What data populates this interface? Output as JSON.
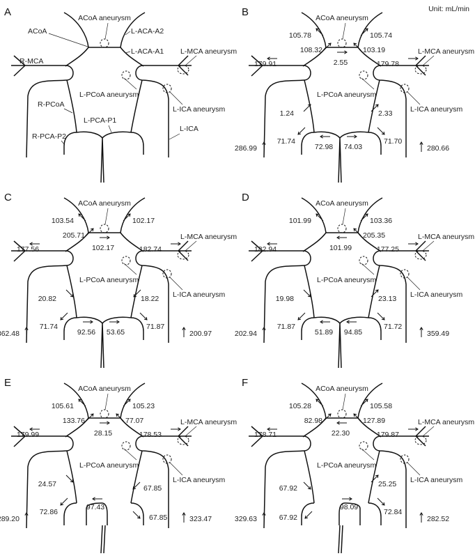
{
  "unit_label": "Unit: mL/min",
  "anatomy_labels": {
    "acoa": "ACoA",
    "l_aca_a2": "L-ACA-A2",
    "l_aca_a1": "L-ACA-A1",
    "r_mca": "R-MCA",
    "r_pcoa": "R-PCoA",
    "l_pca_p1": "L-PCA-P1",
    "r_pca_p2": "R-PCA-P2",
    "l_ica": "L-ICA"
  },
  "aneurysm_labels": {
    "acoa": "ACoA aneurysm",
    "lmca": "L-MCA aneurysm",
    "lpcoa": "L-PCoA aneurysm",
    "lica": "L-ICA aneurysm"
  },
  "panels": [
    {
      "letter": "A",
      "variant": "full",
      "flows": []
    },
    {
      "letter": "B",
      "variant": "full",
      "flows": [
        {
          "id": "raca",
          "value": "105.78",
          "arrow": "ul"
        },
        {
          "id": "laca",
          "value": "105.74",
          "arrow": "ur"
        },
        {
          "id": "raca1",
          "value": "108.32",
          "arrow": "ur"
        },
        {
          "id": "laca1",
          "value": "103.19",
          "arrow": "ul"
        },
        {
          "id": "acoa",
          "value": "2.55",
          "arrow": "r"
        },
        {
          "id": "rmca",
          "value": "179.91",
          "arrow": "l"
        },
        {
          "id": "lmca",
          "value": "179.78",
          "arrow": "r"
        },
        {
          "id": "rpcoa",
          "value": "1.24",
          "arrow": "ur"
        },
        {
          "id": "lpcoa",
          "value": "2.33",
          "arrow": "ur"
        },
        {
          "id": "rp2",
          "value": "71.74",
          "arrow": "dl"
        },
        {
          "id": "rp1",
          "value": "72.98",
          "arrow": "l"
        },
        {
          "id": "lp1",
          "value": "74.03",
          "arrow": "r"
        },
        {
          "id": "lp2",
          "value": "71.70",
          "arrow": "dr"
        },
        {
          "id": "rica",
          "value": "286.99",
          "arrow": "u"
        },
        {
          "id": "lica",
          "value": "280.66",
          "arrow": "u"
        }
      ]
    },
    {
      "letter": "C",
      "variant": "full",
      "flows": [
        {
          "id": "raca",
          "value": "103.54",
          "arrow": "ul"
        },
        {
          "id": "laca",
          "value": "102.17",
          "arrow": "ur"
        },
        {
          "id": "raca1",
          "value": "205.71",
          "arrow": "ur"
        },
        {
          "id": "acoa",
          "value": "102.17",
          "arrow": "r"
        },
        {
          "id": "rmca",
          "value": "177.56",
          "arrow": "l"
        },
        {
          "id": "lmca",
          "value": "182.74",
          "arrow": "r"
        },
        {
          "id": "rpcoa",
          "value": "20.82",
          "arrow": "dr"
        },
        {
          "id": "lpcoa",
          "value": "18.22",
          "arrow": "dl"
        },
        {
          "id": "rp2",
          "value": "71.74",
          "arrow": "dl"
        },
        {
          "id": "rp1",
          "value": "92.56",
          "arrow": "r"
        },
        {
          "id": "lp1",
          "value": "53.65",
          "arrow": "r"
        },
        {
          "id": "lp2",
          "value": "71.87",
          "arrow": "dr"
        },
        {
          "id": "rica",
          "value": "362.48",
          "arrow": "u"
        },
        {
          "id": "lica",
          "value": "200.97",
          "arrow": "u"
        }
      ]
    },
    {
      "letter": "D",
      "variant": "full",
      "flows": [
        {
          "id": "raca",
          "value": "101.99",
          "arrow": "ul"
        },
        {
          "id": "laca",
          "value": "103.36",
          "arrow": "ur"
        },
        {
          "id": "laca1",
          "value": "205.35",
          "arrow": "ul"
        },
        {
          "id": "acoa",
          "value": "101.99",
          "arrow": "l"
        },
        {
          "id": "rmca",
          "value": "182.94",
          "arrow": "l"
        },
        {
          "id": "lmca",
          "value": "177.25",
          "arrow": "r"
        },
        {
          "id": "rpcoa",
          "value": "19.98",
          "arrow": "dr"
        },
        {
          "id": "lpcoa",
          "value": "23.13",
          "arrow": "ur"
        },
        {
          "id": "rp2",
          "value": "71.87",
          "arrow": "dl"
        },
        {
          "id": "rp1",
          "value": "51.89",
          "arrow": "l"
        },
        {
          "id": "lp1",
          "value": "94.85",
          "arrow": "l"
        },
        {
          "id": "lp2",
          "value": "71.72",
          "arrow": "dr"
        },
        {
          "id": "rica",
          "value": "202.94",
          "arrow": "u"
        },
        {
          "id": "lica",
          "value": "359.49",
          "arrow": "u"
        }
      ]
    },
    {
      "letter": "E",
      "variant": "right-p1-only",
      "flows": [
        {
          "id": "raca",
          "value": "105.61",
          "arrow": "ul"
        },
        {
          "id": "laca",
          "value": "105.23",
          "arrow": "ur"
        },
        {
          "id": "raca1",
          "value": "133.76",
          "arrow": "ur"
        },
        {
          "id": "laca1",
          "value": "77.07",
          "arrow": "ul"
        },
        {
          "id": "acoa",
          "value": "28.15",
          "arrow": "r"
        },
        {
          "id": "rmca",
          "value": "179.99",
          "arrow": "l"
        },
        {
          "id": "lmca",
          "value": "178.53",
          "arrow": "r"
        },
        {
          "id": "rpcoa",
          "value": "24.57",
          "arrow": "dr"
        },
        {
          "id": "lpcoa",
          "value": "67.85",
          "arrow": "dl"
        },
        {
          "id": "rp2",
          "value": "72.86",
          "arrow": "dl"
        },
        {
          "id": "rp1",
          "value": "97.43",
          "arrow": "l"
        },
        {
          "id": "lp2",
          "value": "67.85",
          "arrow": "dr"
        },
        {
          "id": "rica",
          "value": "289.20",
          "arrow": "u"
        },
        {
          "id": "lica",
          "value": "323.47",
          "arrow": "u"
        }
      ]
    },
    {
      "letter": "F",
      "variant": "left-p1-only",
      "flows": [
        {
          "id": "raca",
          "value": "105.28",
          "arrow": "ul"
        },
        {
          "id": "laca",
          "value": "105.58",
          "arrow": "ur"
        },
        {
          "id": "raca1",
          "value": "82.98",
          "arrow": "ur"
        },
        {
          "id": "laca1",
          "value": "127.89",
          "arrow": "ul"
        },
        {
          "id": "acoa",
          "value": "22.30",
          "arrow": "l"
        },
        {
          "id": "rmca",
          "value": "178.71",
          "arrow": "l"
        },
        {
          "id": "lmca",
          "value": "179.87",
          "arrow": "r"
        },
        {
          "id": "rpcoa",
          "value": "67.92",
          "arrow": "dr"
        },
        {
          "id": "lpcoa",
          "value": "25.25",
          "arrow": "ur"
        },
        {
          "id": "rp2",
          "value": "67.92",
          "arrow": "dl"
        },
        {
          "id": "lp1",
          "value": "98.09",
          "arrow": "r"
        },
        {
          "id": "lp2",
          "value": "72.84",
          "arrow": "dr"
        },
        {
          "id": "rica",
          "value": "329.63",
          "arrow": "u"
        },
        {
          "id": "lica",
          "value": "282.52",
          "arrow": "u"
        }
      ]
    }
  ]
}
